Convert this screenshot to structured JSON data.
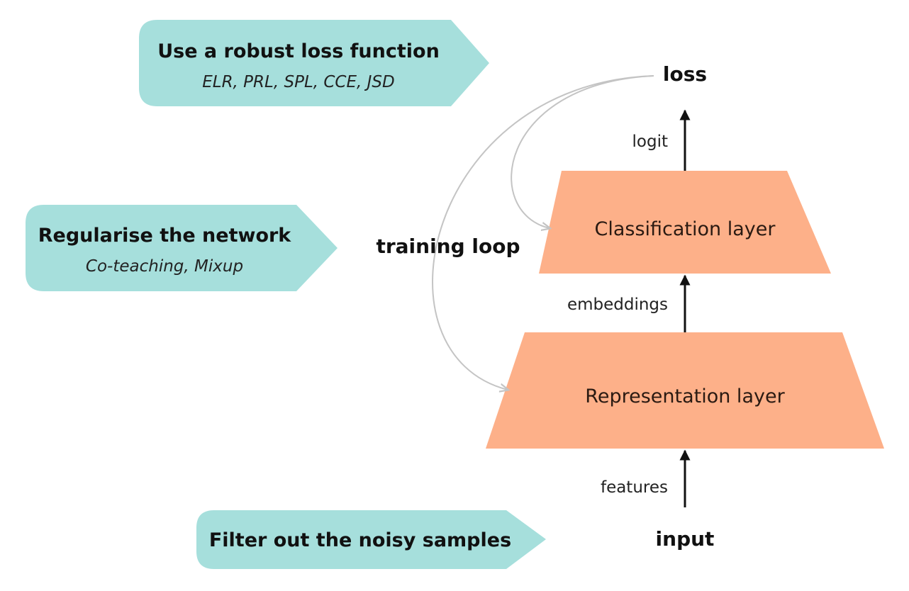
{
  "colors": {
    "callout_fill": "#a6dfdc",
    "layer_fill": "#fdb089",
    "arrow": "#111111",
    "loop_arrow": "#c4c4c4"
  },
  "callouts": {
    "loss_function": {
      "title": "Use a robust loss function",
      "subtitle": "ELR, PRL, SPL, CCE, JSD"
    },
    "regularise": {
      "title": "Regularise the network",
      "subtitle": "Co-teaching, Mixup"
    },
    "filter": {
      "title": "Filter out the noisy samples"
    }
  },
  "network": {
    "loss_label": "loss",
    "logit_label": "logit",
    "classification_layer": "Classification layer",
    "embeddings_label": "embeddings",
    "representation_layer": "Representation layer",
    "features_label": "features",
    "input_label": "input"
  },
  "training_loop": {
    "label": "training loop"
  }
}
